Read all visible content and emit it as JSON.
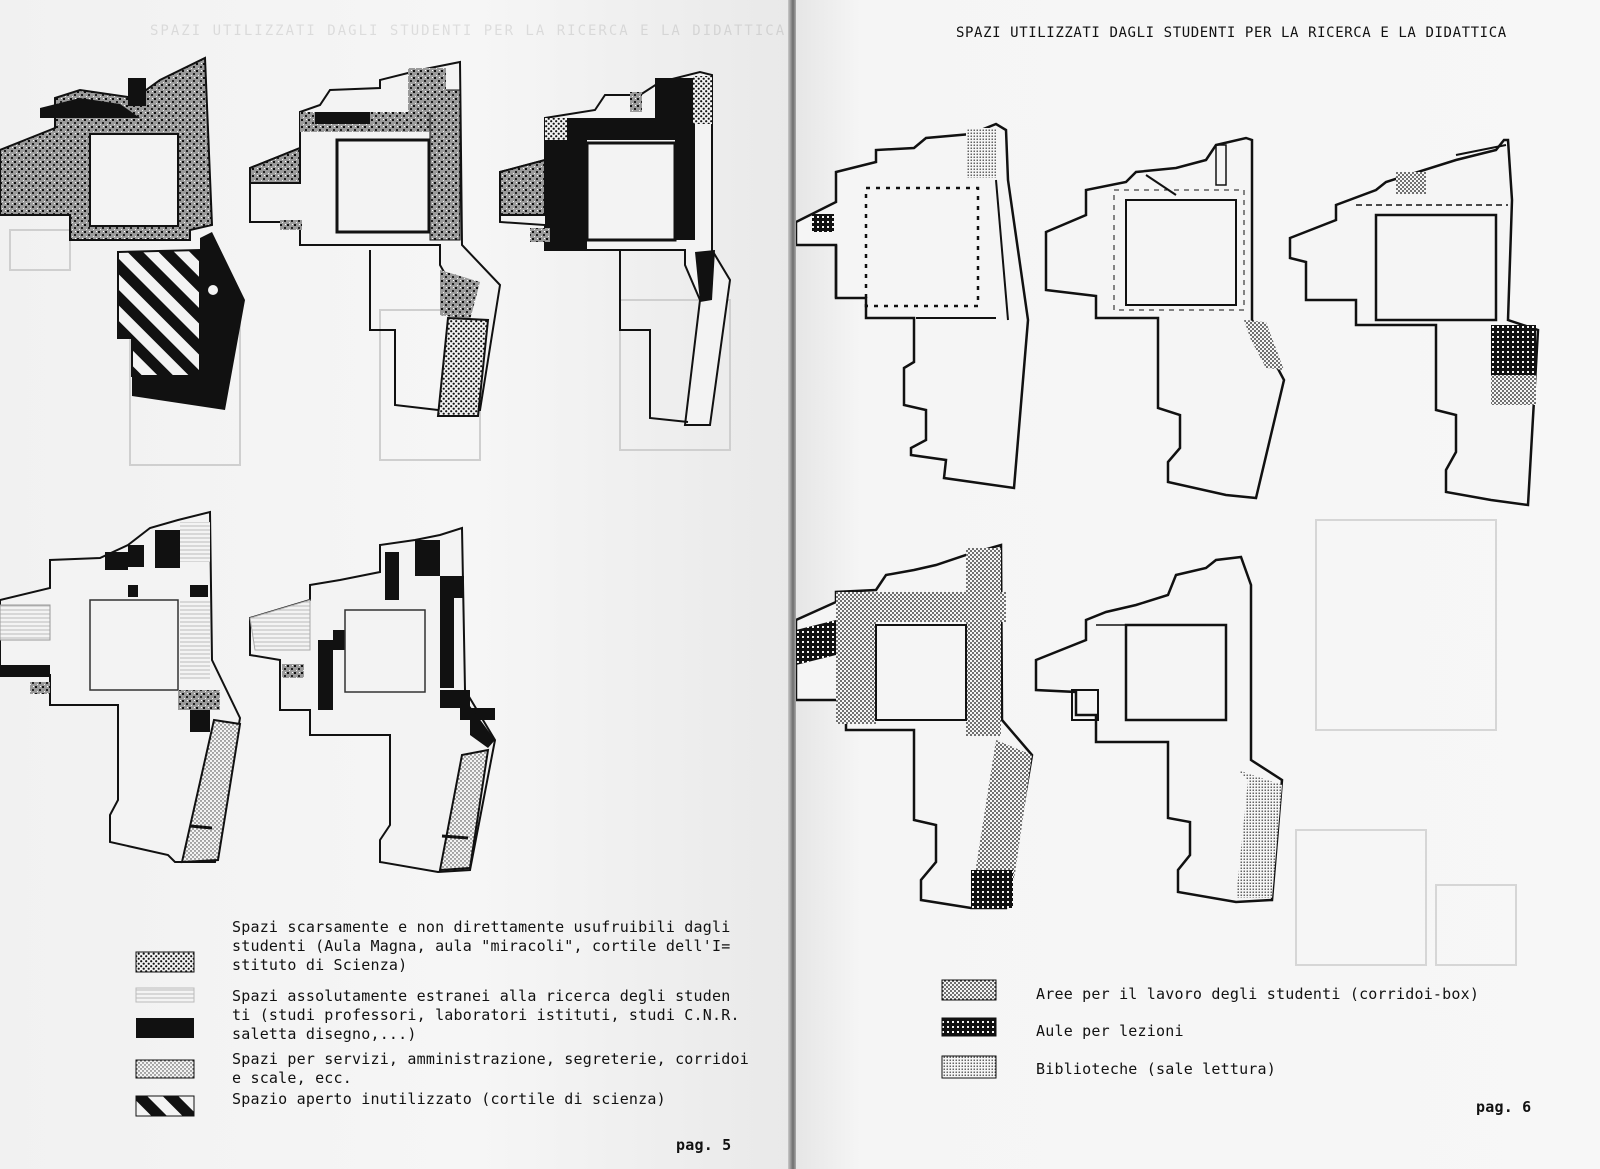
{
  "left_page": {
    "ghost_header": "SPAZI UTILIZZATI DAGLI STUDENTI PER LA RICERCA E LA DIDATTICA",
    "legend": [
      {
        "label": "Spazi scarsamente e non direttamente usufruibili dagli\nstudenti (Aula Magna, aula \"miracoli\", cortile dell'I=\nstituto di Scienza)",
        "pattern": "coarse-dots"
      },
      {
        "label": "Spazi assolutamente estranei alla ricerca degli studen\nti (studi professori, laboratori istituti, studi C.N.R.\nsaletta disegno,...)",
        "pattern": "solid-black"
      },
      {
        "label": "Spazi per servizi, amministrazione, segreterie, corridoi\ne scale, ecc.",
        "pattern": "fine-dots"
      },
      {
        "label": "Spazio aperto inutilizzato (cortile di scienza)",
        "pattern": "diagonal-stripes"
      }
    ],
    "page_number": "pag. 5"
  },
  "right_page": {
    "title": "SPAZI UTILIZZATI DAGLI STUDENTI PER LA RICERCA E LA DIDATTICA",
    "legend": [
      {
        "label": "Aree per il lavoro degli studenti (corridoi-box)",
        "pattern": "dense-dots"
      },
      {
        "label": "Aule per lezioni",
        "pattern": "crosshatch"
      },
      {
        "label": "Biblioteche (sale lettura)",
        "pattern": "fine-dots"
      }
    ],
    "page_number": "pag. 6"
  },
  "colors": {
    "ink": "#111111",
    "paper": "#f3f3f3"
  }
}
